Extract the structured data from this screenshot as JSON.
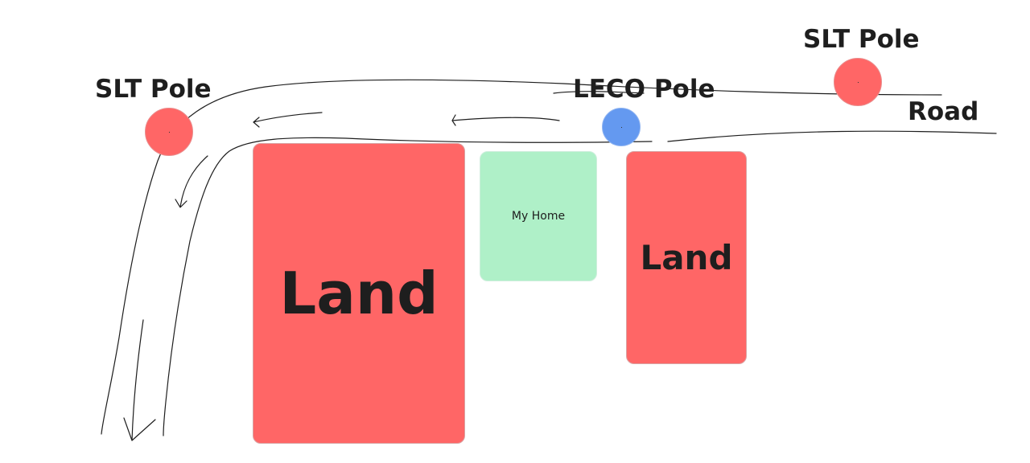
{
  "labels": {
    "slt_pole_left": "SLT Pole",
    "slt_pole_right": "SLT Pole",
    "leco_pole": "LECO Pole",
    "road": "Road"
  },
  "lots": {
    "land_large": "Land",
    "my_home": "My Home",
    "land_small": "Land"
  },
  "colors": {
    "land": "#ff6666",
    "land_border": "#d9a3a3",
    "home": "#aff0c8",
    "home_border": "#cfeedd",
    "slt_pole": "#ff6666",
    "leco_pole": "#6499f0",
    "stroke": "#1e1e1e"
  },
  "icons": {
    "slt_pole_marker": "circle",
    "leco_pole_marker": "circle"
  }
}
